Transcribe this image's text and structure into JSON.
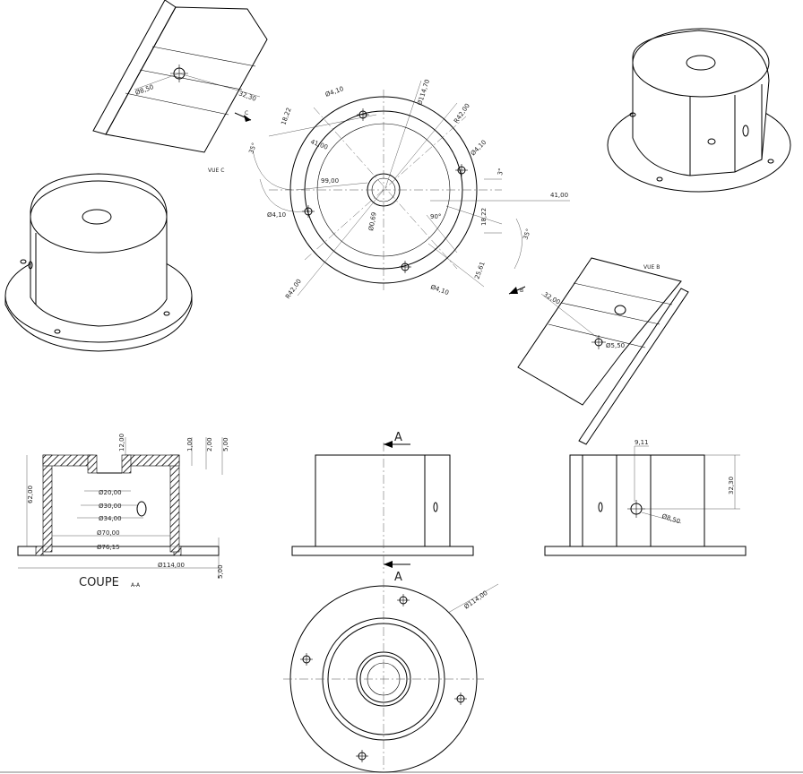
{
  "views": {
    "vue_c": "VUE C",
    "vue_b": "VUE B",
    "coupe": "COUPE",
    "coupe_ref": "A-A",
    "section_a_top": "A",
    "section_a_bottom": "A",
    "arrow_c": "C",
    "arrow_b": "B"
  },
  "dims_center": {
    "d410_tl": "Ø4,10",
    "d11470": "Ø114,70",
    "r4200_top": "R42,00",
    "d410_r": "Ø4,10",
    "d1822_top": "18,22",
    "d4100_in": "41,00",
    "ang35_l": "35°",
    "d9900": "99,00",
    "d410_l": "Ø4,10",
    "d6900": "Ø0,69",
    "ang90": "90°",
    "ang3_r": "3°",
    "d4100_r": "41,00",
    "d1822_r": "18,22",
    "ang35_r": "35°",
    "d2561": "25,61",
    "d410_b": "Ø4,10",
    "r4200_bot": "R42,00"
  },
  "dims_vue_c": {
    "d850": "Ø8,50",
    "d3230": "32,30"
  },
  "dims_vue_b": {
    "d3200": "32,00",
    "d550": "Ø5,50"
  },
  "dims_coupe": {
    "d1200": "12,00",
    "d100": "1,00",
    "d200": "2,00",
    "d500_top": "5,00",
    "d6200": "62,00",
    "d2000": "Ø20,00",
    "d3000": "Ø30,00",
    "d3400": "Ø34,00",
    "d7000": "Ø70,00",
    "d7615": "Ø76,15",
    "d11400": "Ø114,00",
    "d500_bot": "5,00"
  },
  "dims_side": {
    "d911": "9,11",
    "d3230": "32,30",
    "d850": "Ø8,50"
  },
  "dims_bottom": {
    "d11400": "Ø114,00"
  }
}
